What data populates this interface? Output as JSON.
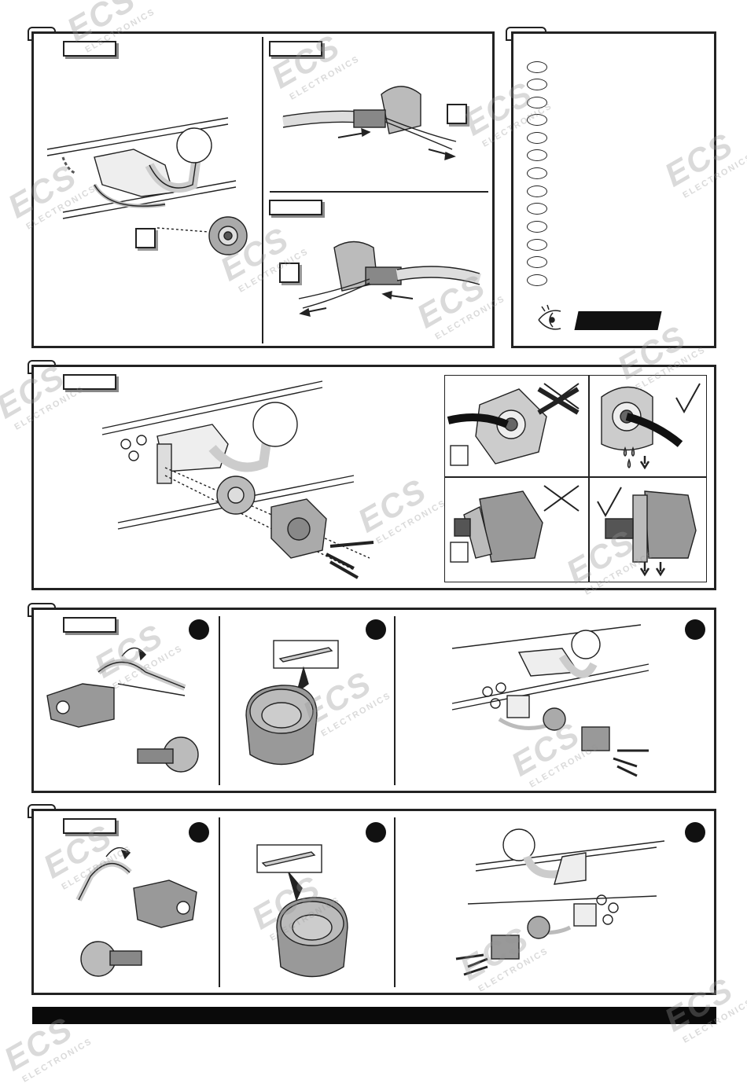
{
  "watermark": {
    "brand": "ECS",
    "sub": "ELECTRONICS"
  },
  "icons": {
    "cross": "cross-mark-icon",
    "check": "check-mark-icon",
    "eye": "eye-icon",
    "no_water": "no-water-icon",
    "drop": "water-drop-icon"
  },
  "colors": {
    "ink": "#222222",
    "black_bar": "#0a0a0a",
    "watermark": "#969696"
  },
  "parts_list": {
    "count": 13
  }
}
